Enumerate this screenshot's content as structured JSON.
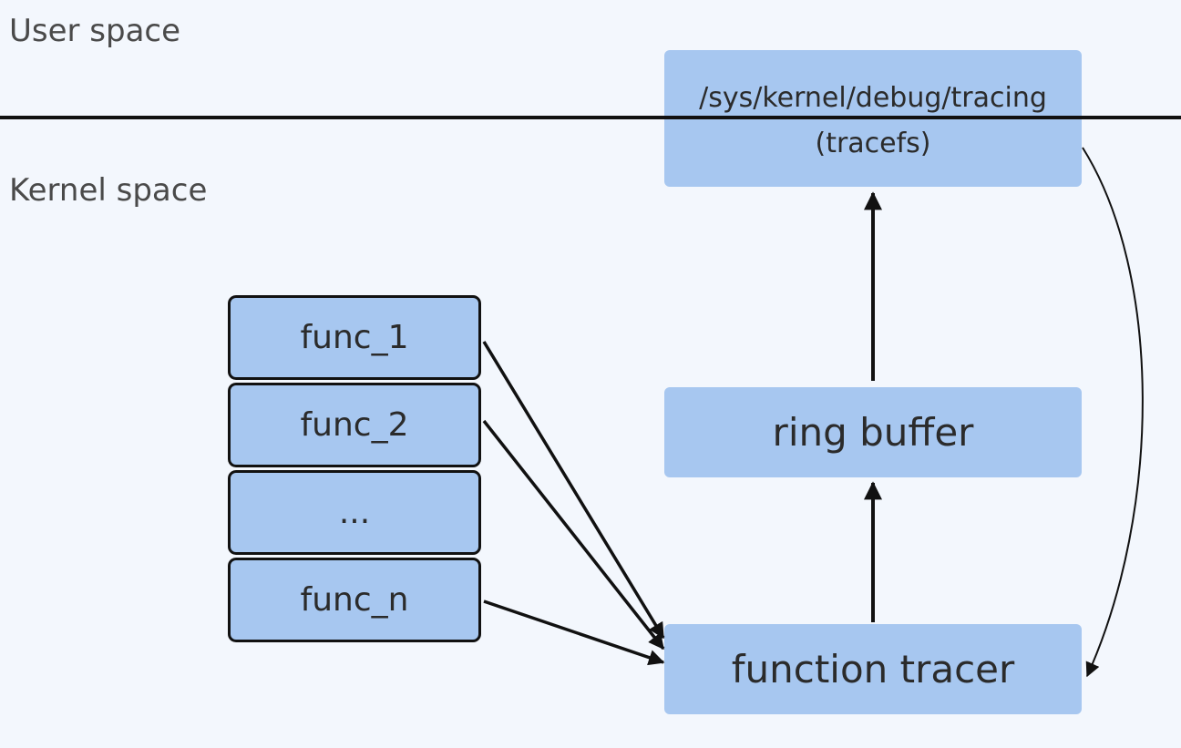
{
  "zones": {
    "user_space": "User space",
    "kernel_space": "Kernel space"
  },
  "tracefs": {
    "path": "/sys/kernel/debug/tracing",
    "name": "(tracefs)"
  },
  "ring_buffer": "ring buffer",
  "function_tracer": "function tracer",
  "functions": [
    "func_1",
    "func_2",
    "...",
    "func_n"
  ],
  "colors": {
    "background": "#f3f7fd",
    "box_fill": "#a7c7f0",
    "line": "#111111",
    "label_text": "#4a4a4a"
  }
}
